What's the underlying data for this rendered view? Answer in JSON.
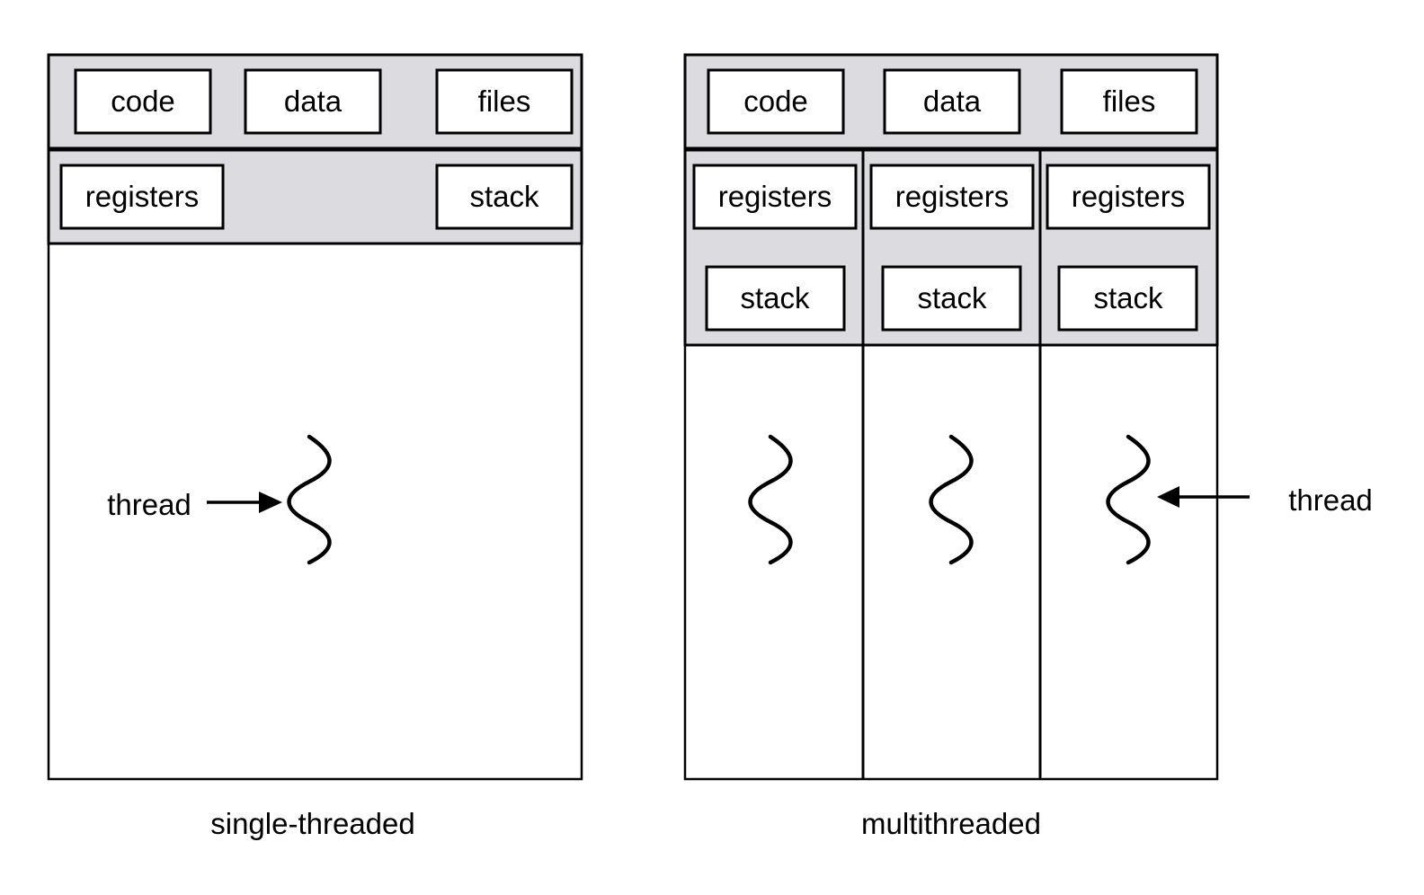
{
  "single": {
    "code": "code",
    "data": "data",
    "files": "files",
    "registers": "registers",
    "stack": "stack",
    "thread_label": "thread",
    "caption": "single-threaded"
  },
  "multi": {
    "code": "code",
    "data": "data",
    "files": "files",
    "threads": [
      {
        "registers": "registers",
        "stack": "stack"
      },
      {
        "registers": "registers",
        "stack": "stack"
      },
      {
        "registers": "registers",
        "stack": "stack"
      }
    ],
    "thread_label": "thread",
    "caption": "multithreaded"
  },
  "colors": {
    "shared_region": "#dcdbdf",
    "stroke": "#000000",
    "background": "#ffffff"
  }
}
